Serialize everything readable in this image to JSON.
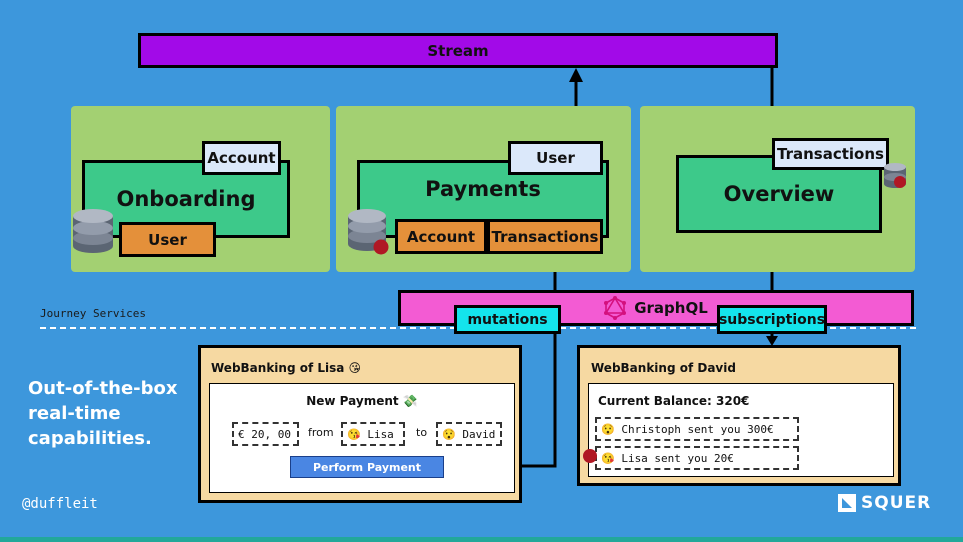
{
  "stream": {
    "label": "Stream"
  },
  "journey_label": "Journey Services",
  "services": {
    "onboarding": {
      "title": "Onboarding",
      "tag_top": "Account",
      "tag_bottom": "User"
    },
    "payments": {
      "title": "Payments",
      "tag_top": "User",
      "tag_account": "Account",
      "tag_transactions": "Transactions"
    },
    "overview": {
      "title": "Overview",
      "tag_top": "Transactions"
    }
  },
  "graphql": {
    "label": "GraphQL",
    "mutations": "mutations",
    "subscriptions": "subscriptions"
  },
  "lisa_panel": {
    "title": "WebBanking of Lisa 😘",
    "heading": "New Payment 💸",
    "amount": "€ 20, 00",
    "from_label": "from",
    "from_value": "😘 Lisa",
    "to_label": "to",
    "to_value": "😯 David",
    "button": "Perform Payment"
  },
  "david_panel": {
    "title": "WebBanking of David",
    "balance": "Current Balance: 320€",
    "items": [
      "😯 Christoph sent you 300€",
      "😘 Lisa sent you 20€"
    ]
  },
  "tagline": [
    "Out-of-the-box",
    "real-time",
    "capabilities."
  ],
  "handle": "@duffleit",
  "brand": "SQUER",
  "colors": {
    "background": "#3d97dc",
    "stream": "#a20ae8",
    "zone": "#a3d072",
    "service": "#3dc98a",
    "graphql": "#f35bd3",
    "tag_orange": "#e4903a",
    "tag_blue": "#dbe8fa",
    "tag_cyan": "#14e4ec",
    "panel": "#f6d9a2",
    "button": "#4a86e3"
  },
  "icons": [
    "database-icon",
    "graphql-logo-icon",
    "squer-logo-icon"
  ]
}
